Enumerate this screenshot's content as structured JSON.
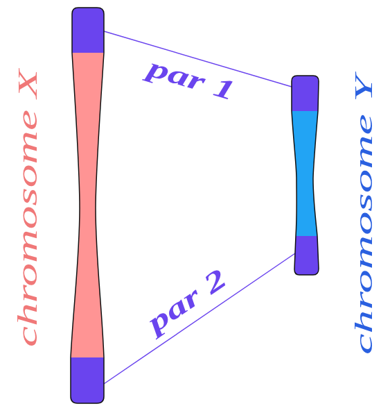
{
  "diagram": {
    "nodes": [
      {
        "text": [
          "chromosome X"
        ]
      },
      {
        "text": [
          "chromosome Y"
        ]
      }
    ],
    "edges": [
      {
        "from": 0,
        "to": 1,
        "arrow": "none",
        "label": "par 1"
      },
      {
        "from": 0,
        "to": 1,
        "arrow": "none",
        "label": "par 2"
      }
    ]
  }
}
